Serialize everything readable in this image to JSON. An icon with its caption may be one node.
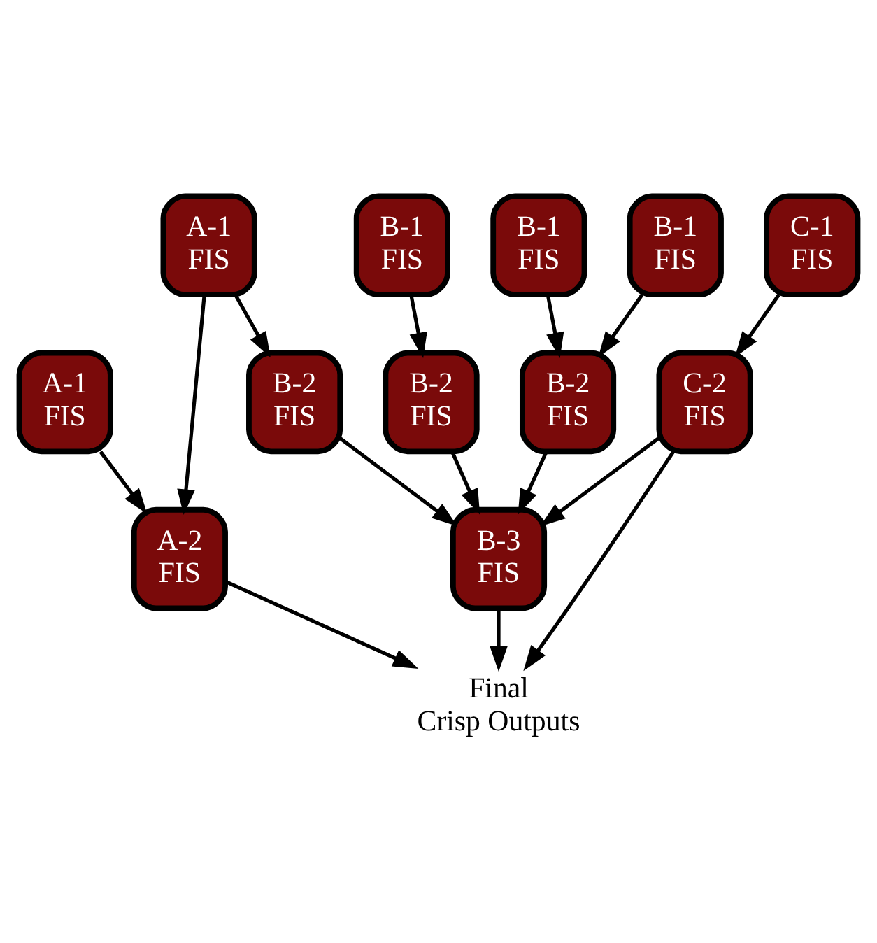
{
  "diagram": {
    "nodes": [
      {
        "text": [
          "B-1 FIS"
        ]
      },
      {
        "text": [
          "B-1 FIS"
        ]
      },
      {
        "text": [
          "B-1 FIS"
        ]
      },
      {
        "text": [
          "A-1 FIS"
        ]
      },
      {
        "text": [
          "B-2 FIS"
        ]
      },
      {
        "text": [
          "B-2 FIS"
        ]
      },
      {
        "text": [
          "B-2 FIS"
        ]
      },
      {
        "text": [
          "C-1 FIS"
        ]
      },
      {
        "text": [
          "A-1 FIS"
        ]
      },
      {
        "text": [
          "A-2 FIS"
        ]
      },
      {
        "text": [
          "C-2 FIS"
        ]
      },
      {
        "text": [
          "B-3 FIS"
        ]
      },
      {
        "text": [
          "Final Crisp Outputs"
        ]
      }
    ],
    "edges": [
      {
        "from": 3,
        "to": 4,
        "arrow": "to"
      },
      {
        "from": 3,
        "to": 9,
        "arrow": "to"
      },
      {
        "from": 8,
        "to": 9,
        "arrow": "to"
      },
      {
        "from": 0,
        "to": 5,
        "arrow": "to"
      },
      {
        "from": 1,
        "to": 5,
        "arrow": "to"
      },
      {
        "from": 2,
        "to": 6,
        "arrow": "to"
      },
      {
        "from": 4,
        "to": 11,
        "arrow": "to"
      },
      {
        "from": 5,
        "to": 11,
        "arrow": "to"
      },
      {
        "from": 6,
        "to": 11,
        "arrow": "to"
      },
      {
        "from": 7,
        "to": 10,
        "arrow": "to"
      },
      {
        "from": 10,
        "to": 11,
        "arrow": "to"
      },
      {
        "from": 9,
        "to": 12,
        "arrow": "to"
      },
      {
        "from": 11,
        "to": 12,
        "arrow": "to"
      },
      {
        "from": 10,
        "to": 12,
        "arrow": "to"
      }
    ]
  }
}
